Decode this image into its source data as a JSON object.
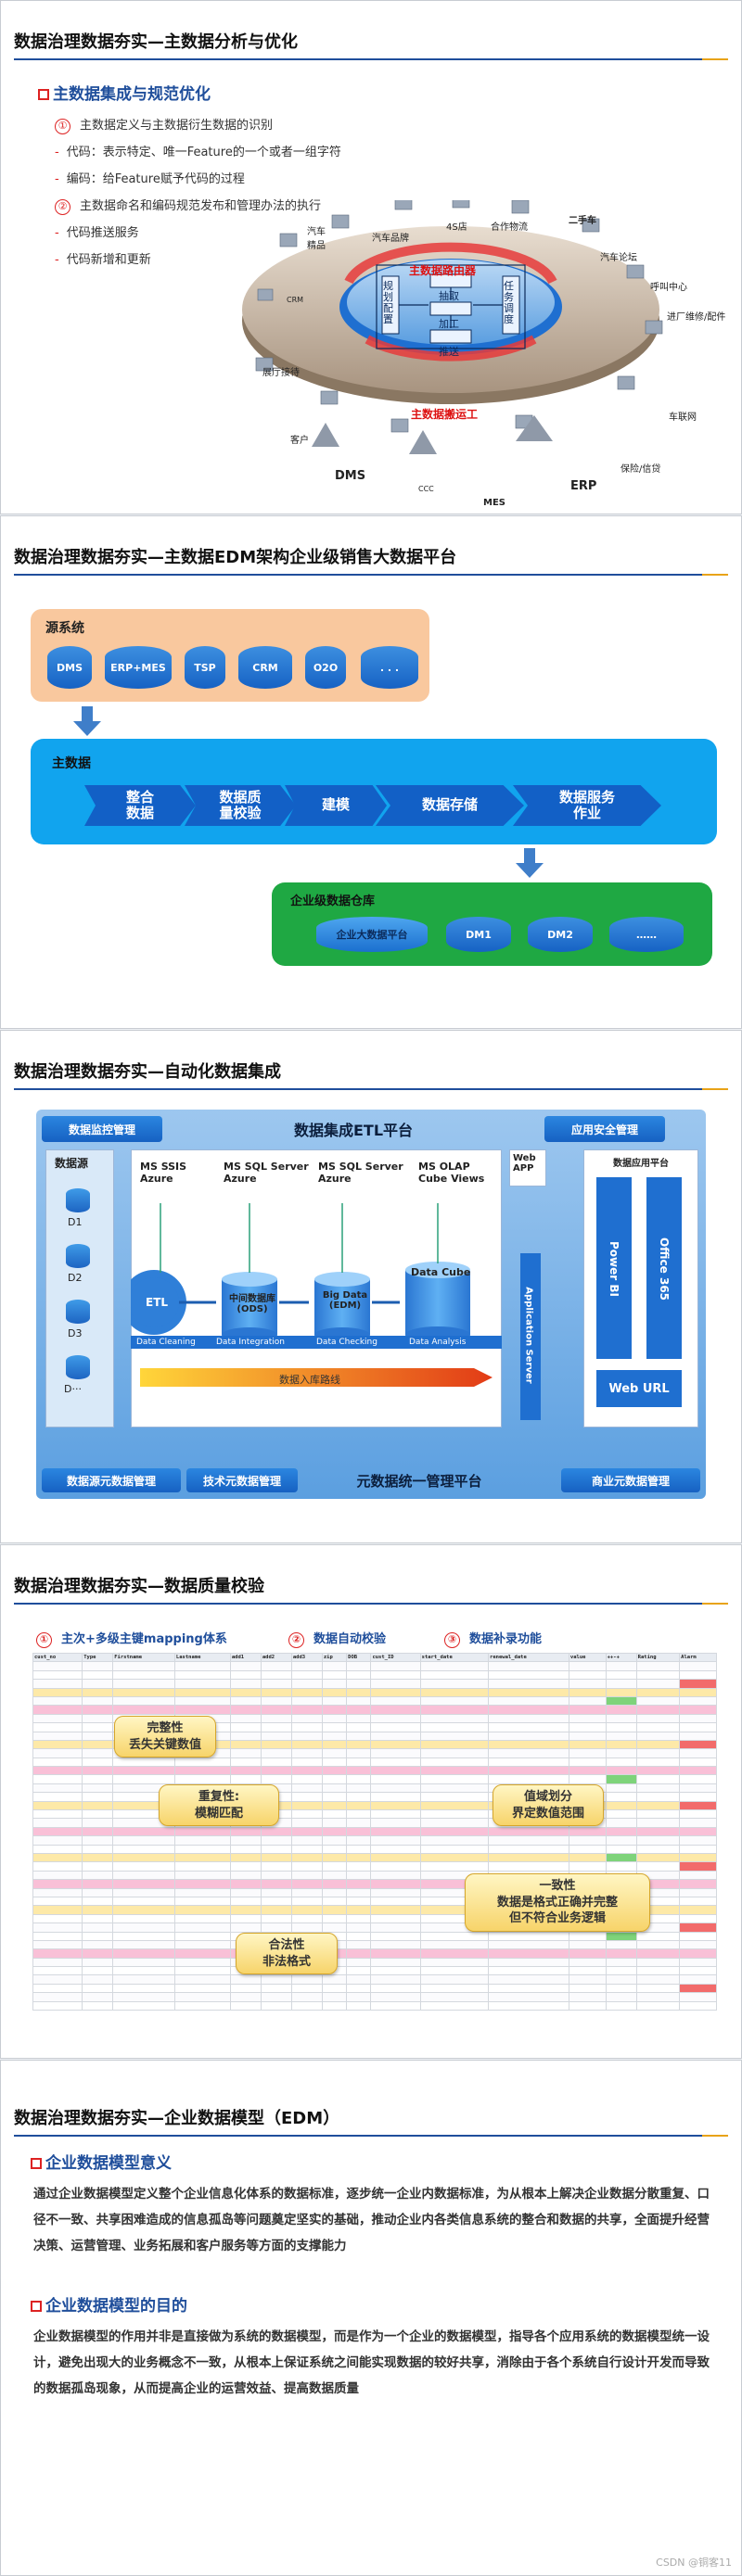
{
  "slide1": {
    "title": "数据治理数据夯实—主数据分析与优化",
    "section_title": "主数据集成与规范优化",
    "bullets": [
      {
        "marker": "①",
        "text": "主数据定义与主数据衍生数据的识别"
      },
      {
        "marker": "-",
        "text": "代码：表示特定、唯一Feature的一个或者一组字符"
      },
      {
        "marker": "-",
        "text": "编码：给Feature赋予代码的过程"
      },
      {
        "marker": "②",
        "text": "主数据命名和编码规范发布和管理办法的执行"
      },
      {
        "marker": "-",
        "text": "代码推送服务"
      },
      {
        "marker": "-",
        "text": "代码新增和更新"
      }
    ],
    "ring": {
      "router": "主数据路由器",
      "carrier": "主数据搬运工",
      "left_text": "规划配置",
      "right_text": "任务调度",
      "steps": [
        "抽取",
        "加工",
        "推送"
      ]
    },
    "labels": {
      "car_sales": "汽车精品",
      "shop_4s": "4S店",
      "cooperate": "合作物流",
      "used_car": "二手车",
      "car_forum": "汽车论坛",
      "call_center": "呼叫中心",
      "parts": "进厂维修/配件",
      "carnet": "车联网",
      "insurance": "保险/信贷",
      "erp": "ERP",
      "mes": "MES",
      "ccc": "CCC",
      "dms": "DMS",
      "customer": "客户",
      "showroom": "展厅接待",
      "crm": "CRM",
      "car_brand": "汽车品牌"
    }
  },
  "slide2": {
    "title": "数据治理数据夯实—主数据EDM架构企业级销售大数据平台",
    "source_title": "源系统",
    "sources": [
      "DMS",
      "ERP+MES",
      "TSP",
      "CRM",
      "O2O",
      ". . ."
    ],
    "master_title": "主数据",
    "steps": [
      "整合\n数据",
      "数据质\n量校验",
      "建模",
      "数据存储",
      "数据服务\n作业"
    ],
    "warehouse_title": "企业级数据仓库",
    "warehouse_items": [
      "企业大数据平台",
      "DM1",
      "DM2",
      "……"
    ]
  },
  "slide3": {
    "title": "数据治理数据夯实—自动化数据集成",
    "etl_platform": "数据集成ETL平台",
    "data_monitor": "数据监控管理",
    "app_security": "应用安全管理",
    "data_source": "数据源",
    "sources": [
      "D1",
      "D2",
      "D3",
      "D···"
    ],
    "ms_ssis": "MS SSIS\nAzure",
    "ms_sql1": "MS SQL Server\nAzure",
    "ms_sql2": "MS SQL Server\nAzure",
    "ms_olap": "MS OLAP\nCube Views",
    "web_app": "Web\nAPP",
    "etl": "ETL",
    "ods": "中间数据库\n(ODS)",
    "edm": "Big Data\n(EDM)",
    "cube": "Data Cube",
    "app_server": "Application Server",
    "app_platform": "数据应用平台",
    "power_bi": "Power BI",
    "office365": "Office 365",
    "web_url": "Web URL",
    "stages": [
      "Data Cleaning",
      "Data Integration",
      "Data Checking",
      "Data Analysis"
    ],
    "flow_path": "数据入库路线",
    "meta_mgmt": "数据源元数据管理",
    "tech_meta": "技术元数据管理",
    "unified_meta": "元数据统一管理平台",
    "biz_meta": "商业元数据管理"
  },
  "slide4": {
    "title": "数据治理数据夯实—数据质量校验",
    "features": [
      {
        "marker": "①",
        "text": "主次+多级主键mapping体系"
      },
      {
        "marker": "②",
        "text": "数据自动校验"
      },
      {
        "marker": "③",
        "text": "数据补录功能"
      }
    ],
    "table_header": [
      "cust_no",
      "Type",
      "Firstname",
      "Lastname",
      "add1",
      "add2",
      "add3",
      "zip",
      "DOB",
      "cust_ID",
      "start_date",
      "renewal_date",
      "value",
      "++-+",
      "Rating",
      "Alarm"
    ],
    "callouts": {
      "c1_title": "完整性",
      "c1_sub": "丢失关键数值",
      "c2_title": "重复性:",
      "c2_sub": "模糊匹配",
      "c3_title": "值域划分",
      "c3_sub": "界定数值范围",
      "c4_title": "一致性",
      "c4_sub": "数据是格式正确并完整\n但不符合业务逻辑",
      "c5_title": "合法性",
      "c5_sub": "非法格式"
    }
  },
  "slide5": {
    "title": "数据治理数据夯实—企业数据模型（EDM）",
    "sec1_title": "企业数据模型意义",
    "sec1_text": "通过企业数据模型定义整个企业信息化体系的数据标准，逐步统一企业内数据标准，为从根本上解决企业数据分散重复、口径不一致、共享困难造成的信息孤岛等问题奠定坚实的基础，推动企业内各类信息系统的整合和数据的共享，全面提升经营决策、运营管理、业务拓展和客户服务等方面的支撑能力",
    "sec2_title": "企业数据模型的目的",
    "sec2_text": "企业数据模型的作用并非是直接做为系统的数据模型，而是作为一个企业的数据模型，指导各个应用系统的数据模型统一设计，避免出现大的业务概念不一致，从根本上保证系统之间能实现数据的较好共享，消除由于各个系统自行设计开发而导致的数据孤岛现象，从而提高企业的运营效益、提高数据质量"
  },
  "watermark": "CSDN @铜客11"
}
